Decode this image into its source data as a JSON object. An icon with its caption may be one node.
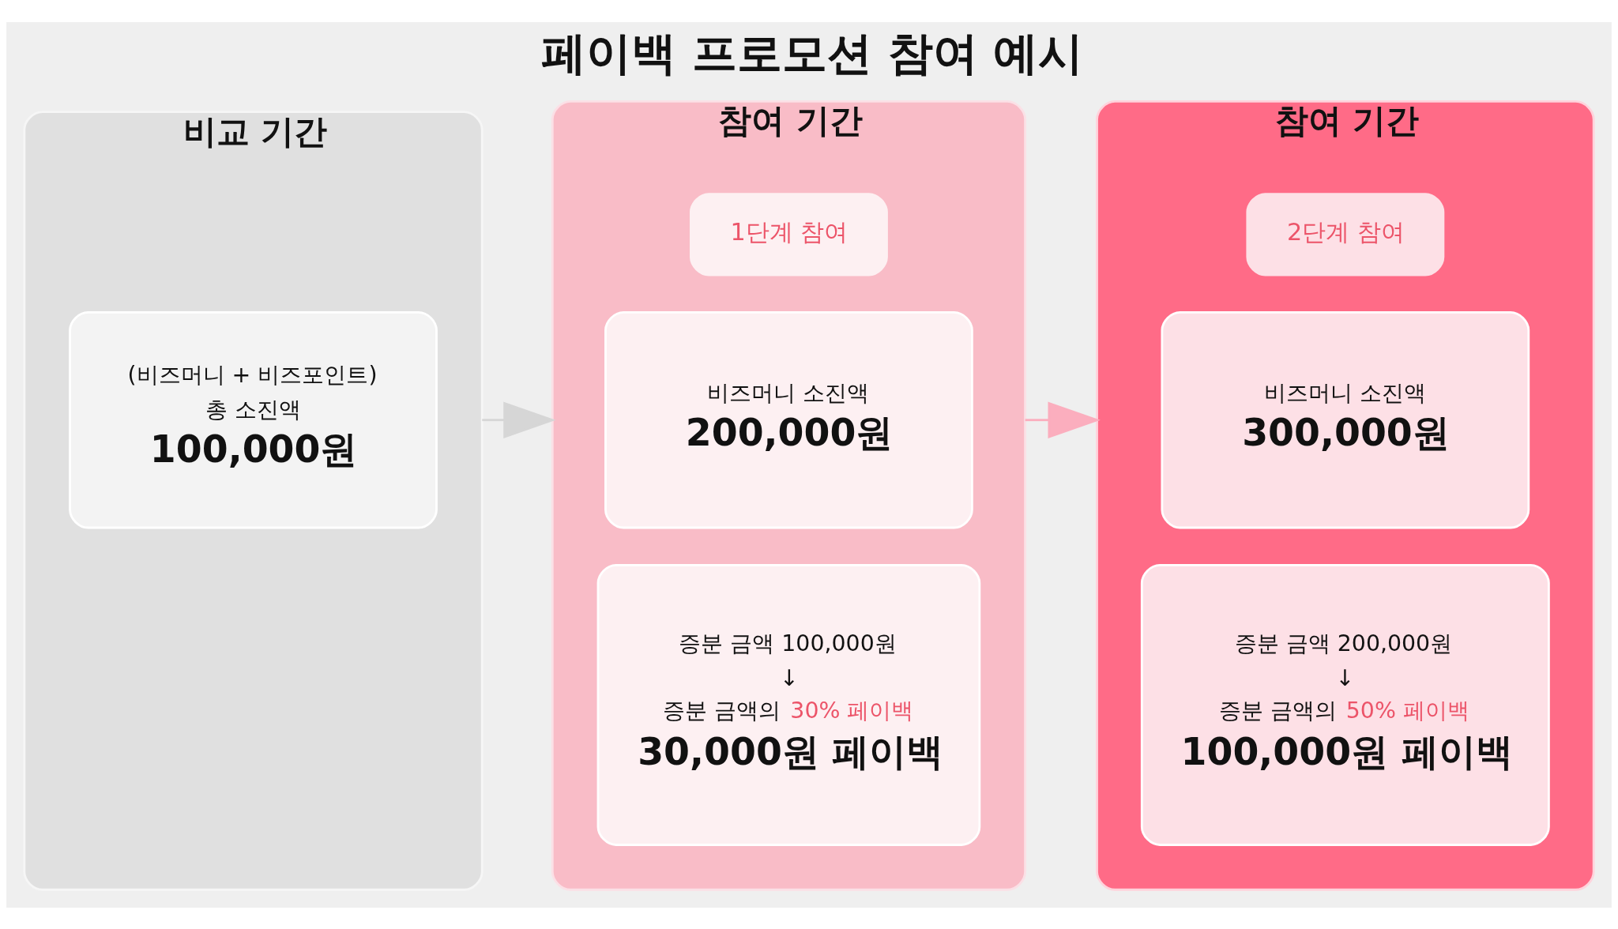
{
  "diagram": {
    "title": "페이백 프로모션 참여 예시",
    "nodes": [
      {
        "text": [
          "비교 기간"
        ]
      },
      {
        "text": [
          "(비즈머니 + 비즈포인트)",
          "총 소진액",
          "100,000원"
        ],
        "in": 0
      },
      {
        "text": [
          "참여 기간"
        ]
      },
      {
        "text": [
          "1단계 참여"
        ],
        "in": 2
      },
      {
        "text": [
          "비즈머니 소진액",
          "200,000원"
        ],
        "in": 2
      },
      {
        "text": [
          "증분 금액 100,000원",
          "↓",
          "증분 금액의",
          "30% 페이백",
          "30,000원 페이백"
        ],
        "in": 2
      },
      {
        "text": [
          "참여 기간"
        ]
      },
      {
        "text": [
          "2단계 참여"
        ],
        "in": 6
      },
      {
        "text": [
          "비즈머니 소진액",
          "300,000원"
        ],
        "in": 6
      },
      {
        "text": [
          "증분 금액 200,000원",
          "↓",
          "증분 금액의",
          "50% 페이백",
          "100,000원 페이백"
        ],
        "in": 6
      }
    ],
    "edges": [
      {
        "from": 0,
        "to": 2,
        "arrow": "to",
        "color": "#d6d6d6"
      },
      {
        "from": 2,
        "to": 6,
        "arrow": "to",
        "color": "#fbaebe"
      }
    ]
  }
}
